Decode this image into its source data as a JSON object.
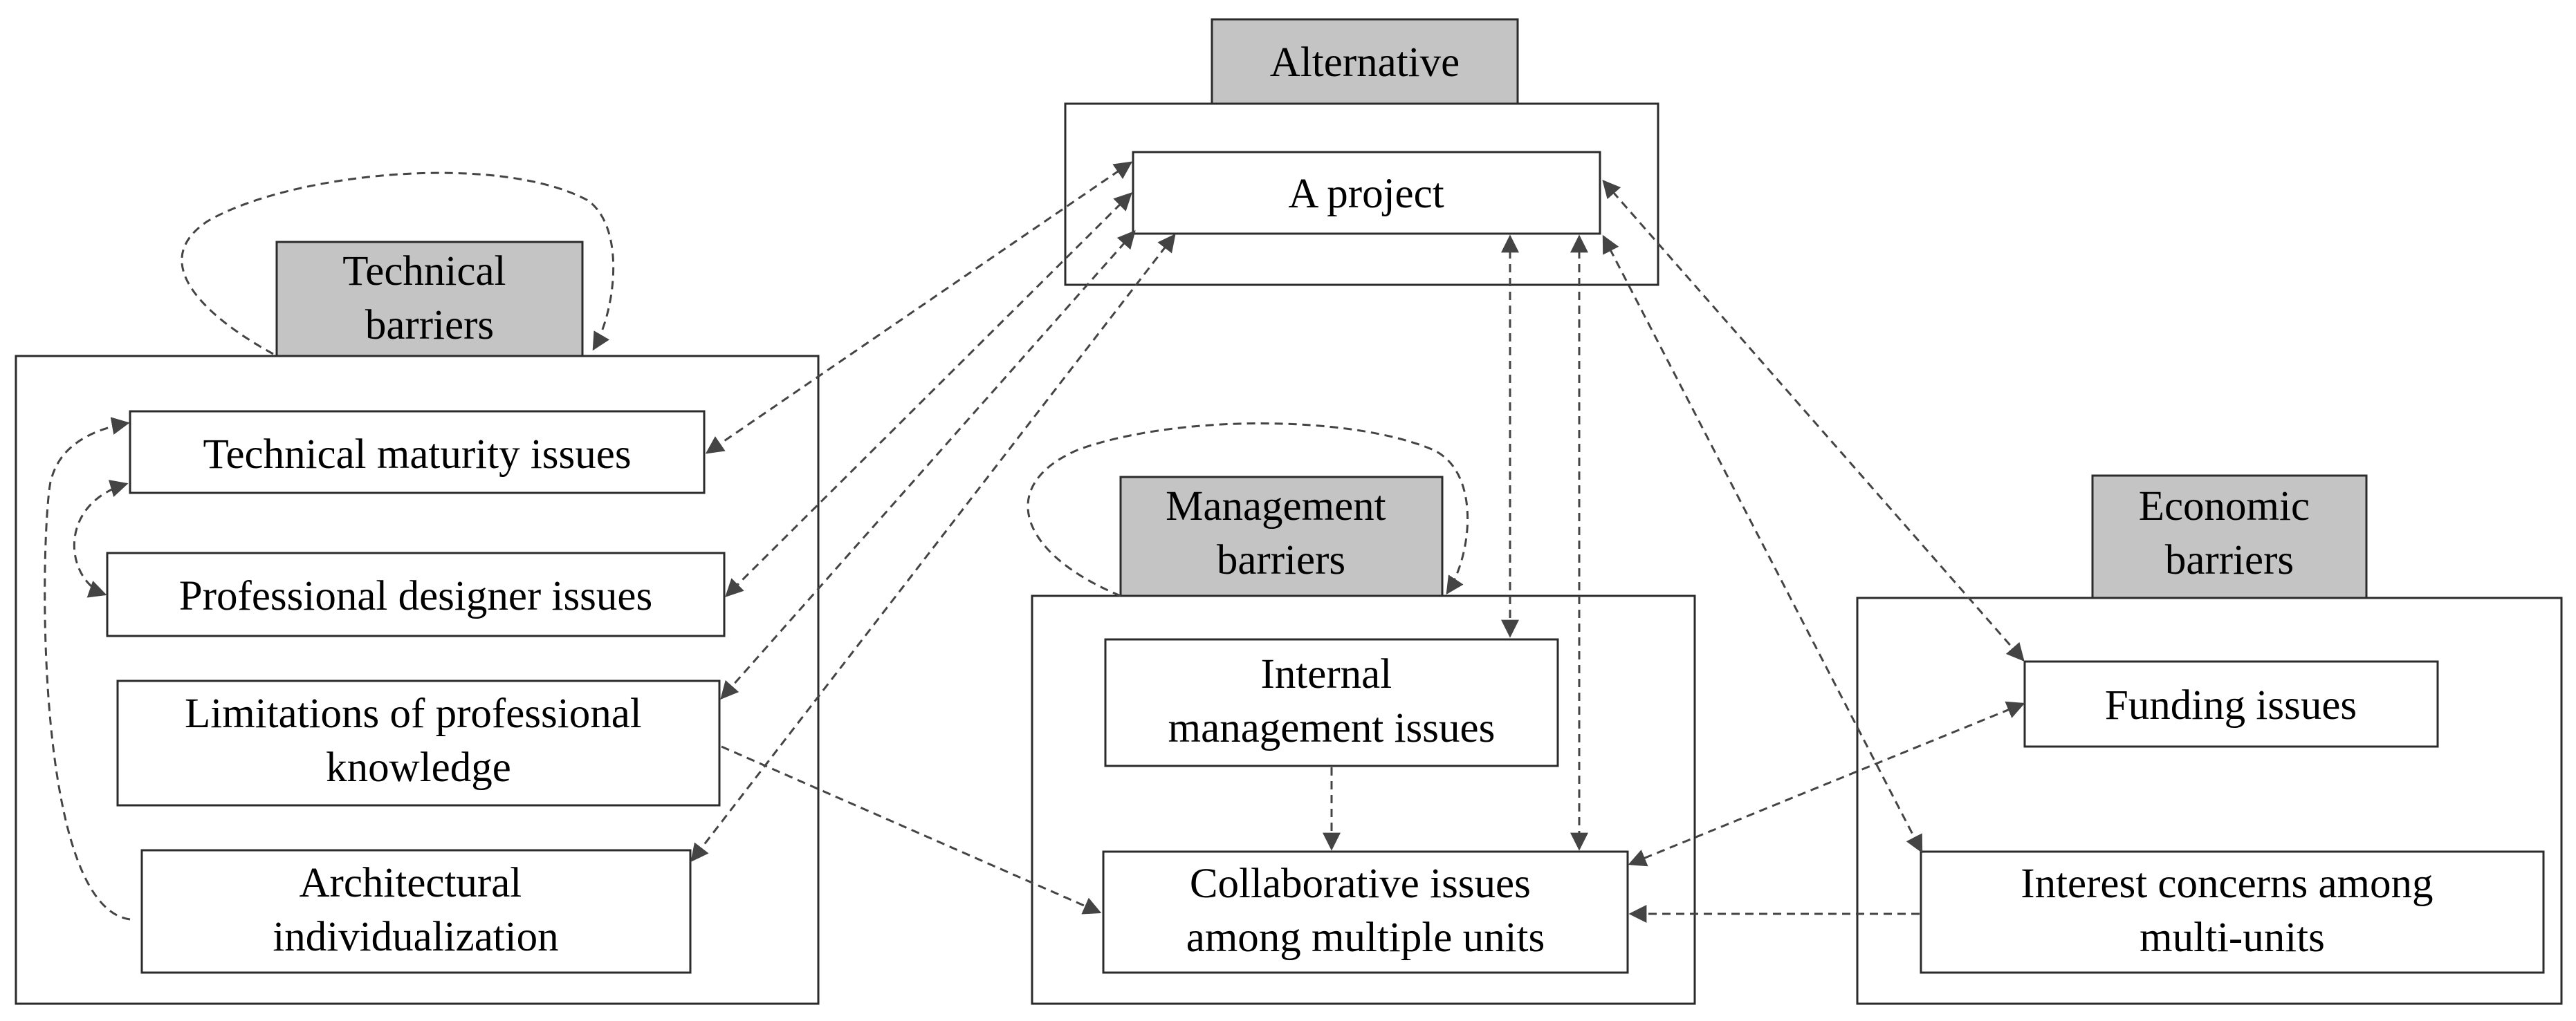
{
  "groups": {
    "alternative": {
      "title": "Alternative"
    },
    "technical": {
      "title_lines": [
        "Technical",
        "barriers"
      ]
    },
    "management": {
      "title_lines": [
        "Management",
        "barriers"
      ]
    },
    "economic": {
      "title_lines": [
        "Economic",
        "barriers"
      ]
    }
  },
  "nodes": {
    "project": {
      "lines": [
        "A project"
      ]
    },
    "technical_maturity": {
      "lines": [
        "Technical maturity issues"
      ]
    },
    "professional_designer": {
      "lines": [
        "Professional designer issues"
      ]
    },
    "limitations_knowledge": {
      "lines": [
        "Limitations of professional",
        "knowledge"
      ]
    },
    "architectural_individualization": {
      "lines": [
        "Architectural",
        "individualization"
      ]
    },
    "internal_management": {
      "lines": [
        "Internal",
        "management issues"
      ]
    },
    "collaborative": {
      "lines": [
        "Collaborative issues",
        "among multiple units"
      ]
    },
    "funding": {
      "lines": [
        "Funding issues"
      ]
    },
    "interest_concerns": {
      "lines": [
        "Interest concerns among",
        "multi-units"
      ]
    }
  },
  "colors": {
    "box_fill": "#ffffff",
    "group_tag_fill": "#c4c4c4",
    "stroke": "#2b2b2b",
    "connector": "#444444"
  },
  "edges": [
    {
      "from": "project",
      "to": "technical_maturity",
      "style": "dashed",
      "arrows": "both"
    },
    {
      "from": "project",
      "to": "professional_designer",
      "style": "dashed",
      "arrows": "both"
    },
    {
      "from": "project",
      "to": "limitations_knowledge",
      "style": "dashed",
      "arrows": "both"
    },
    {
      "from": "project",
      "to": "architectural_individualization",
      "style": "dashed",
      "arrows": "both"
    },
    {
      "from": "project",
      "to": "internal_management",
      "style": "dashed",
      "arrows": "both"
    },
    {
      "from": "project",
      "to": "collaborative",
      "style": "dashed",
      "arrows": "both"
    },
    {
      "from": "project",
      "to": "funding",
      "style": "dashed",
      "arrows": "both"
    },
    {
      "from": "project",
      "to": "interest_concerns",
      "style": "dashed",
      "arrows": "both"
    },
    {
      "from": "technical_maturity",
      "to": "professional_designer",
      "style": "dashed",
      "arrows": "both"
    },
    {
      "from": "architectural_individualization",
      "to": "technical_maturity",
      "style": "dashed",
      "arrows": "end"
    },
    {
      "from": "limitations_knowledge",
      "to": "collaborative",
      "style": "dashed",
      "arrows": "end"
    },
    {
      "from": "internal_management",
      "to": "collaborative",
      "style": "dashed",
      "arrows": "end"
    },
    {
      "from": "interest_concerns",
      "to": "collaborative",
      "style": "dashed",
      "arrows": "end"
    },
    {
      "from": "funding",
      "to": "collaborative",
      "style": "dashed",
      "arrows": "both"
    },
    {
      "from": "technical",
      "to": "technical",
      "style": "dashed-loop",
      "arrows": "end"
    },
    {
      "from": "management",
      "to": "management",
      "style": "dashed-loop",
      "arrows": "end"
    }
  ]
}
